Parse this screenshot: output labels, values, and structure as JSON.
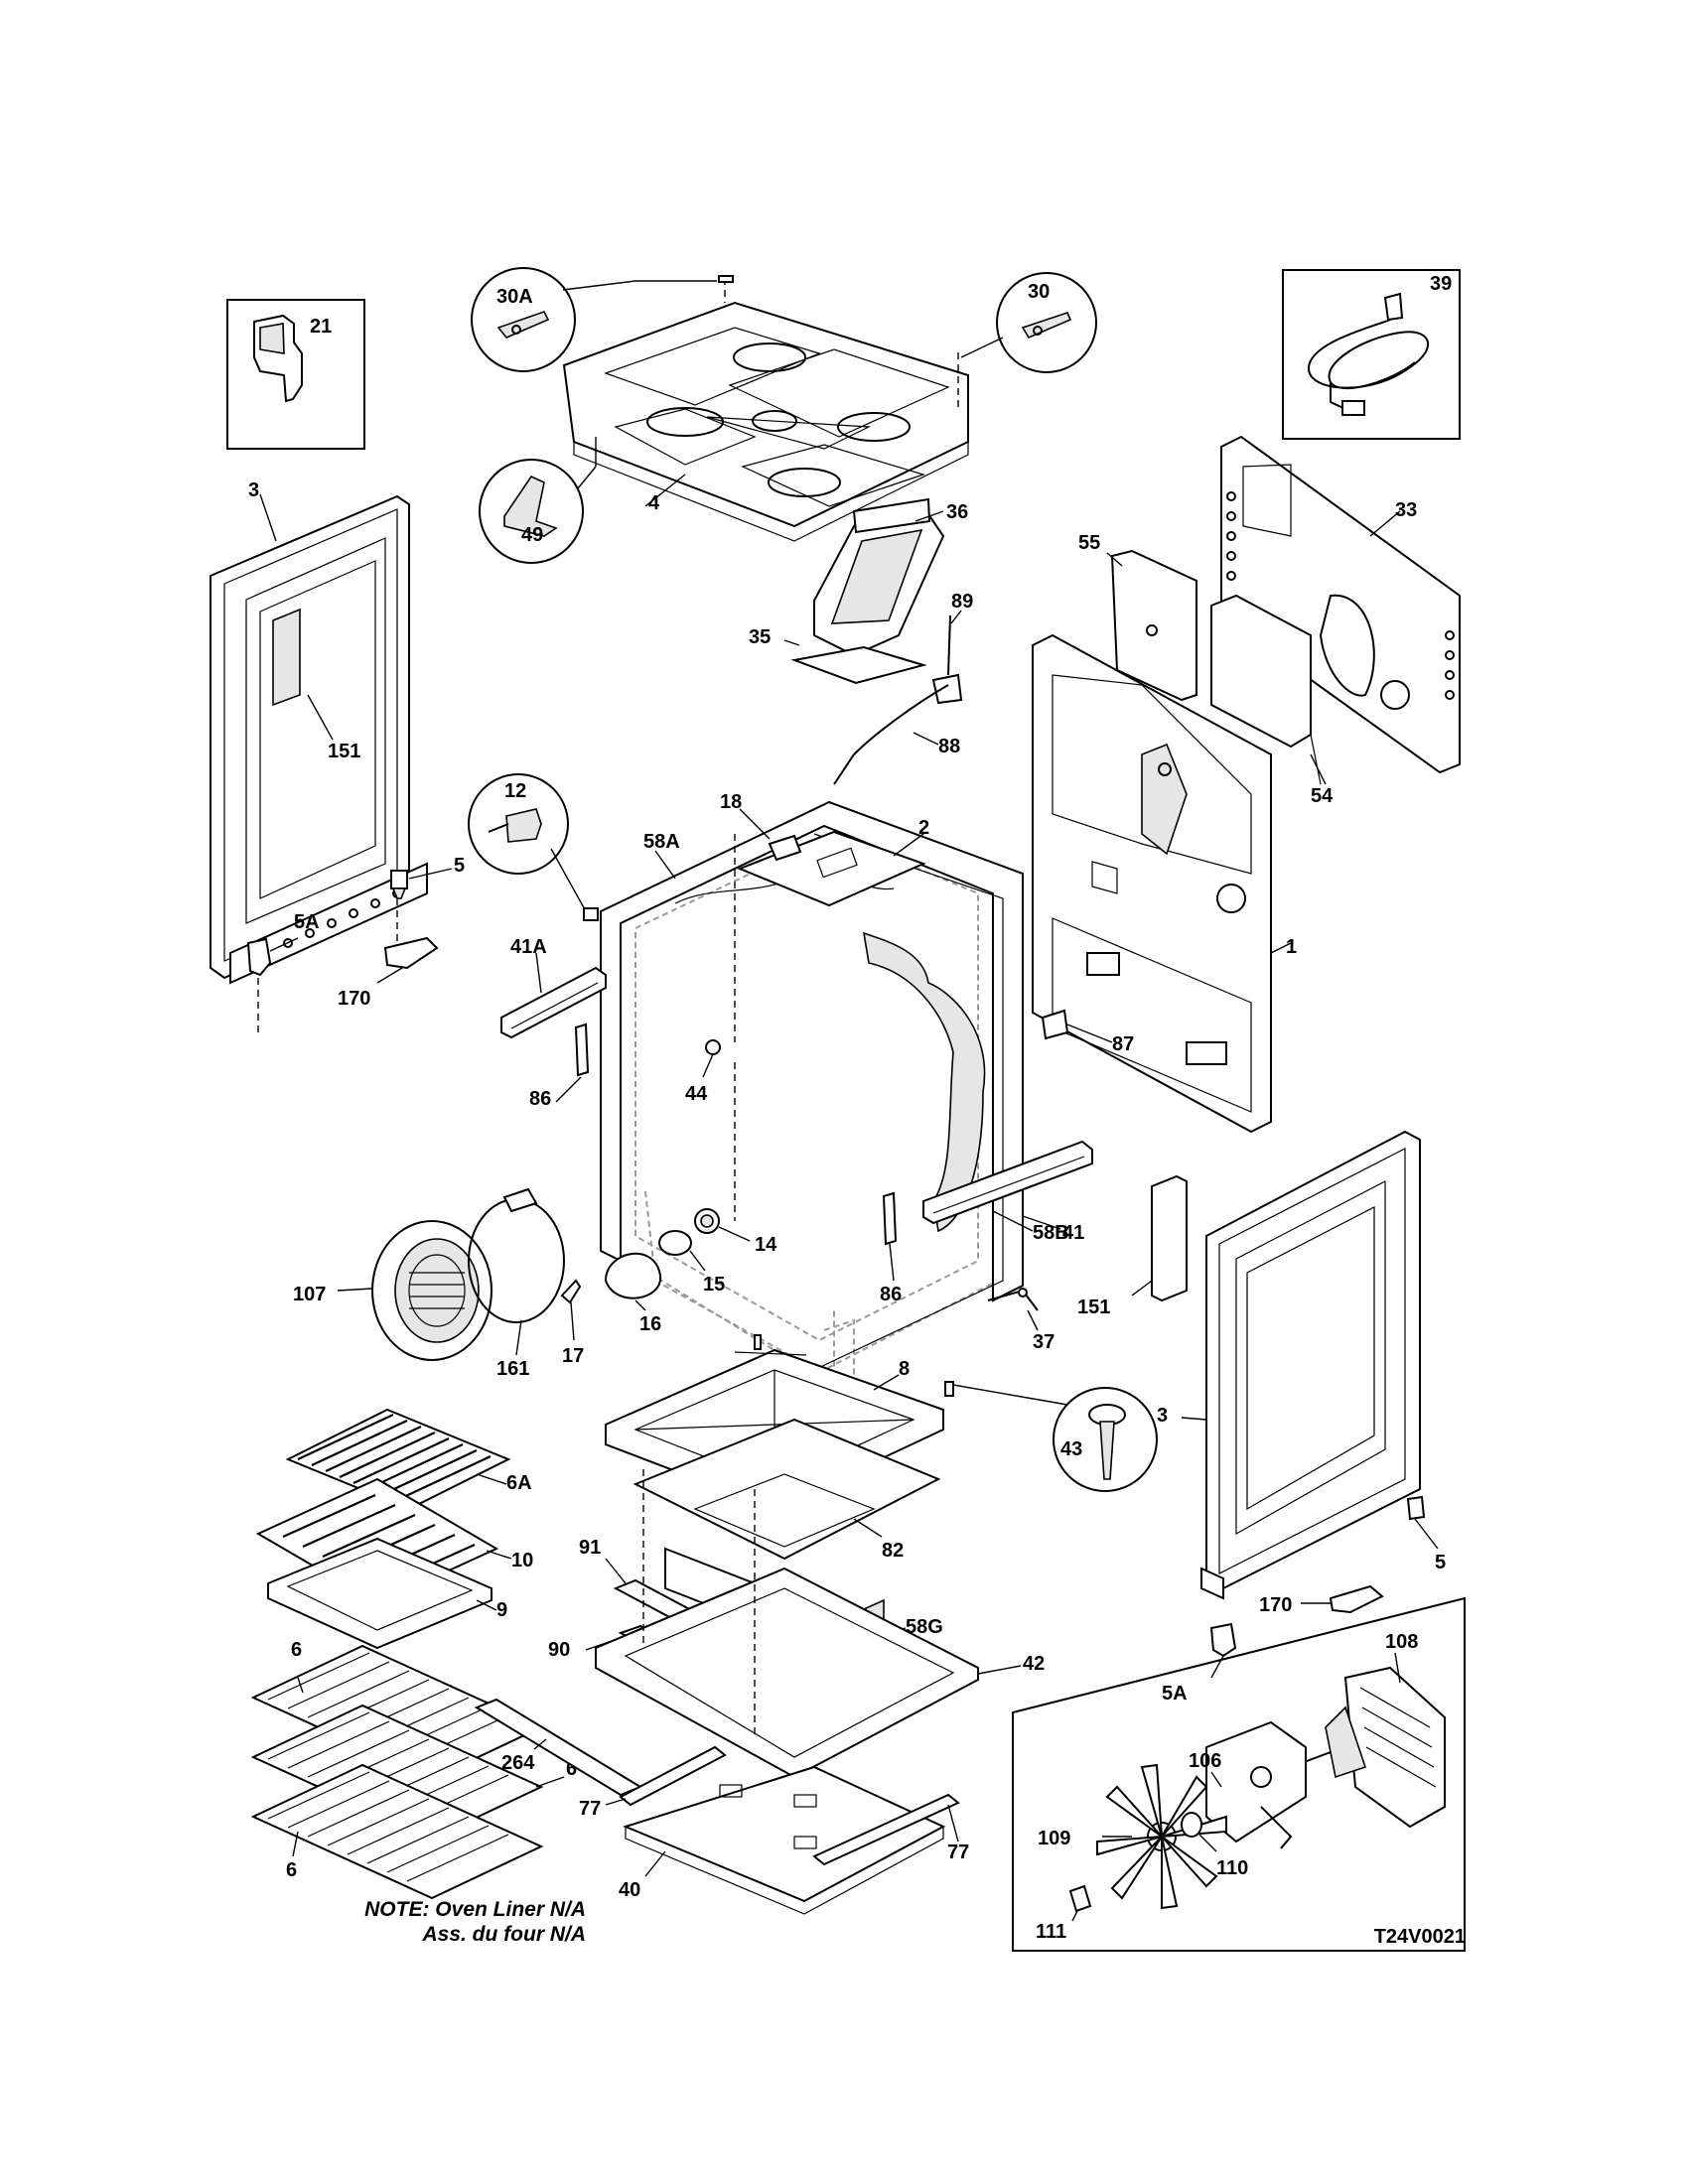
{
  "labels": {
    "p21": "21",
    "p30A": "30A",
    "p30": "30",
    "p39": "39",
    "p49": "49",
    "p4": "4",
    "p3_left": "3",
    "p151_left": "151",
    "p36": "36",
    "p35": "35",
    "p89": "89",
    "p88": "88",
    "p55": "55",
    "p33": "33",
    "p54": "54",
    "p12": "12",
    "p58A": "58A",
    "p18": "18",
    "p2": "2",
    "p5_left": "5",
    "p5A_left": "5A",
    "p170_left": "170",
    "p41A": "41A",
    "p1": "1",
    "p87": "87",
    "p86_left": "86",
    "p44": "44",
    "p58B": "58B",
    "p14": "14",
    "p15": "15",
    "p107": "107",
    "p161": "161",
    "p16": "16",
    "p17": "17",
    "p86_right": "86",
    "p41": "41",
    "p151_right": "151",
    "p37": "37",
    "p8": "8",
    "p3_right": "3",
    "p43": "43",
    "p6A": "6A",
    "p10": "10",
    "p9": "9",
    "p82": "82",
    "p91": "91",
    "p58G": "58G",
    "p90": "90",
    "p42": "42",
    "p5_right": "5",
    "p170_right": "170",
    "p5A_right": "5A",
    "p108": "108",
    "p6_top": "6",
    "p264": "264",
    "p6_mid": "6",
    "p6_bottom": "6",
    "p77_left": "77",
    "p40": "40",
    "p77_right": "77",
    "p106": "106",
    "p109": "109",
    "p110": "110",
    "p111": "111"
  },
  "note": {
    "line1": "NOTE: Oven Liner N/A",
    "line2": "Ass. du four N/A"
  },
  "diagram_code": "T24V0021"
}
